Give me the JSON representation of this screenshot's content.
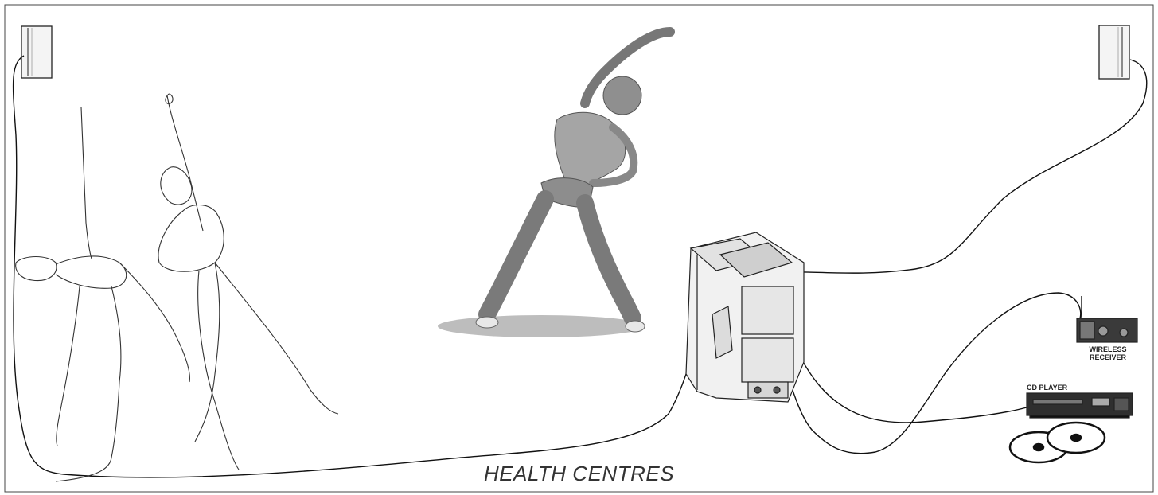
{
  "title": "HEALTH CENTRES",
  "labels": {
    "wireless_receiver_line1": "WIRELESS",
    "wireless_receiver_line2": "RECEIVER",
    "cd_player": "CD PLAYER"
  },
  "colors": {
    "background": "#ffffff",
    "line": "#111111",
    "figure_fill": "#9a9a9a",
    "shadow": "#bdbdbd"
  },
  "icons": [
    "speaker-left-icon",
    "speaker-right-icon",
    "portable-pa-speaker-icon",
    "wireless-receiver-icon",
    "cd-player-icon",
    "compact-disc-icon"
  ]
}
